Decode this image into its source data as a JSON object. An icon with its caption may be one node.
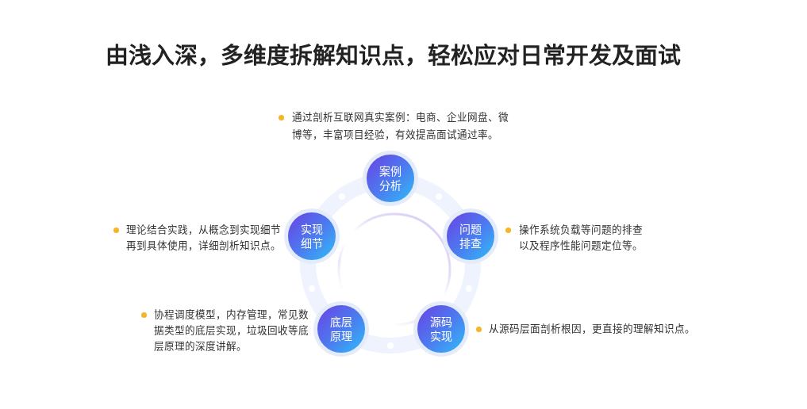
{
  "diagram": {
    "title": "由浅入深，多维度拆解知识点，轻松应对日常开发及面试",
    "nodes": [
      {
        "text": [
          "案例分析"
        ],
        "beside": [
          "通过剖析互联网真实案例：电商、企业网盘、微博等，丰富项目经验，有效提高面试通过率。"
        ]
      },
      {
        "text": [
          "实现细节"
        ],
        "beside": [
          "理论结合实践，从概念到实现细节再到具体使用，详细剖析知识点。"
        ]
      },
      {
        "text": [
          "问题排查"
        ],
        "beside": [
          "操作系统负载等问题的排查以及程序性能问题定位等。"
        ]
      },
      {
        "text": [
          "底层原理"
        ],
        "beside": [
          "协程调度模型，内存管理，常见数据类型的底层实现，垃圾回收等底层原理的深度讲解。"
        ]
      },
      {
        "text": [
          "源码实现"
        ],
        "beside": [
          "从源码层面剖析根因，更直接的理解知识点。"
        ]
      }
    ]
  }
}
